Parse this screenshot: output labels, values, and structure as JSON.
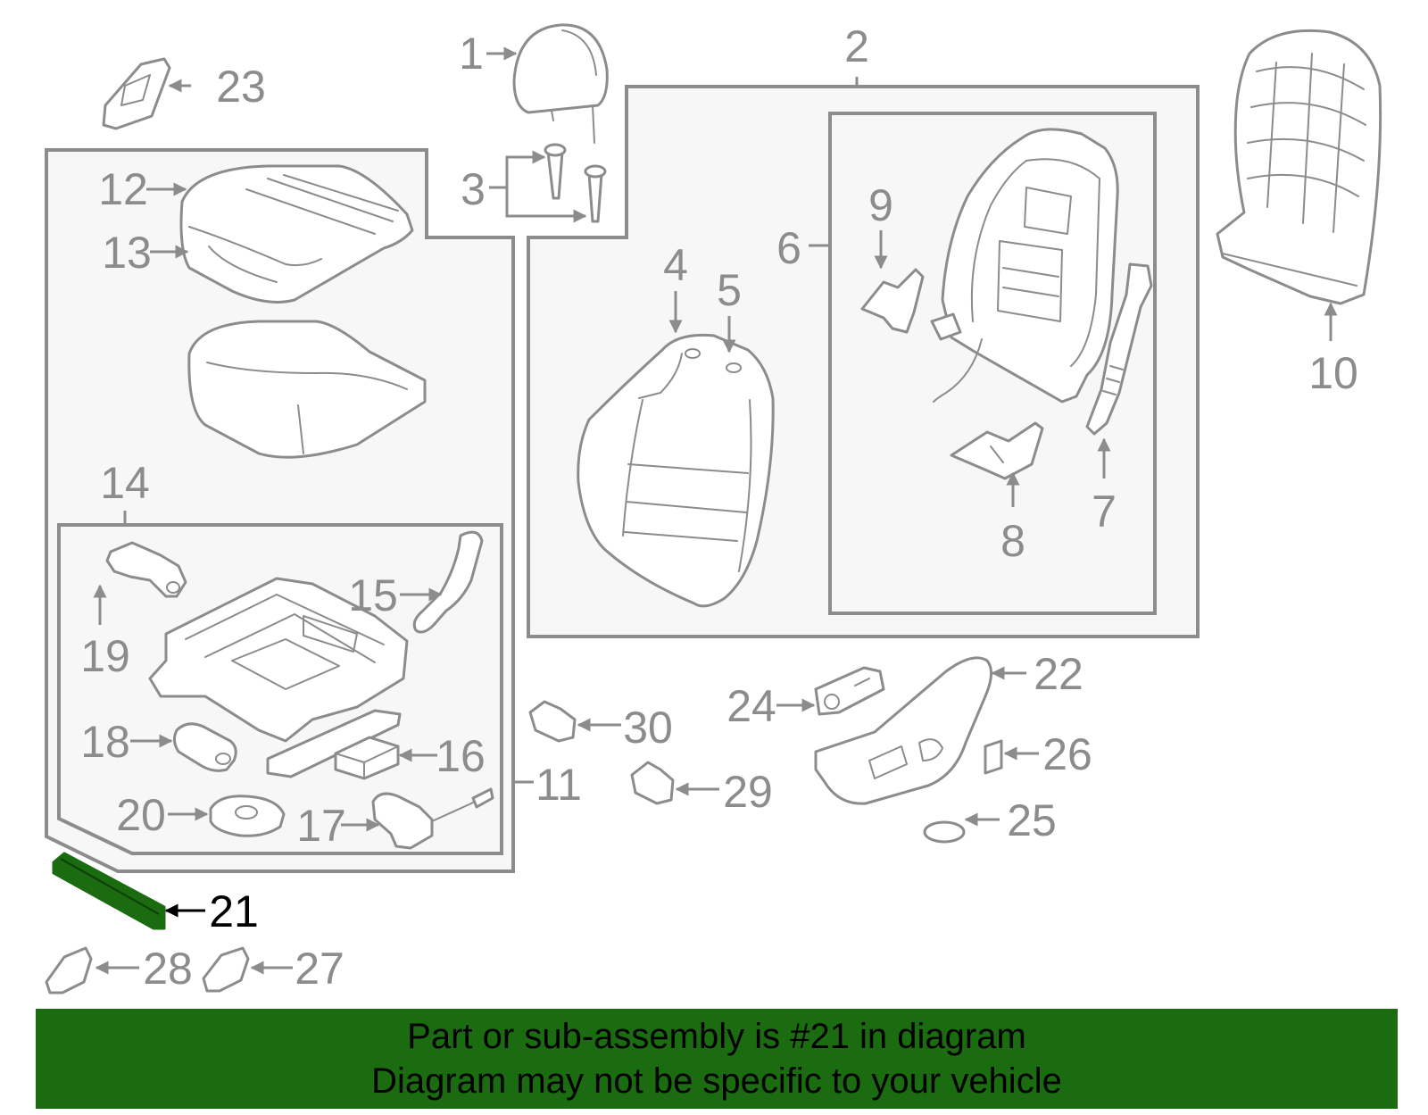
{
  "colors": {
    "line": "#8c8c8c",
    "highlight_part": "#1b6b10",
    "banner_bg": "#1b6b10",
    "box_fill": "#f7f7f7",
    "text_highlight": "#000000"
  },
  "callouts": {
    "c1": "1",
    "c2": "2",
    "c3": "3",
    "c4": "4",
    "c5": "5",
    "c6": "6",
    "c7": "7",
    "c8": "8",
    "c9": "9",
    "c10": "10",
    "c11": "11",
    "c12": "12",
    "c13": "13",
    "c14": "14",
    "c15": "15",
    "c16": "16",
    "c17": "17",
    "c18": "18",
    "c19": "19",
    "c20": "20",
    "c21": "21",
    "c22": "22",
    "c23": "23",
    "c24": "24",
    "c25": "25",
    "c26": "26",
    "c27": "27",
    "c28": "28",
    "c29": "29",
    "c30": "30"
  },
  "highlighted_part": "21",
  "banner": {
    "line1": "Part or sub-assembly is #21 in diagram",
    "line2": "Diagram may not be specific to your vehicle"
  }
}
